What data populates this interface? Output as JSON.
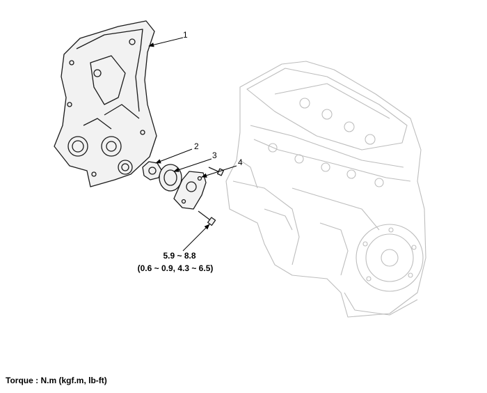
{
  "callouts": {
    "c1": "1",
    "c2": "2",
    "c3": "3",
    "c4": "4"
  },
  "torque": {
    "value": "5.9 ~ 8.8",
    "units_alt": "(0.6 ~ 0.9, 4.3 ~ 6.5)"
  },
  "footer": {
    "text": "Torque : N.m (kgf.m, lb-ft)"
  }
}
